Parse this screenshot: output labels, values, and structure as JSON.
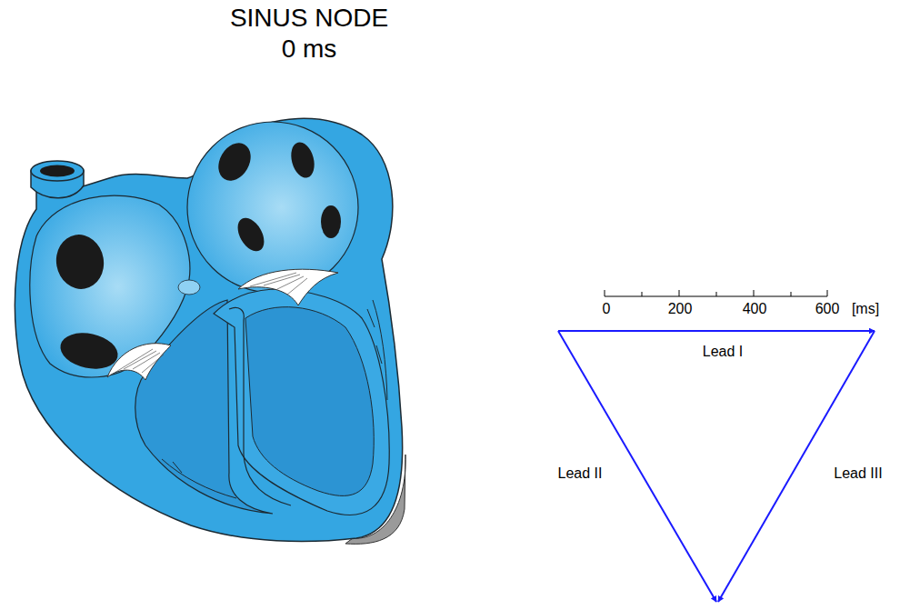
{
  "diagram": {
    "title": "SINUS NODE",
    "labels": [
      "0 ms",
      "0",
      "200",
      "400",
      "600",
      "[ms]",
      "Lead I",
      "Lead II",
      "Lead III"
    ]
  }
}
